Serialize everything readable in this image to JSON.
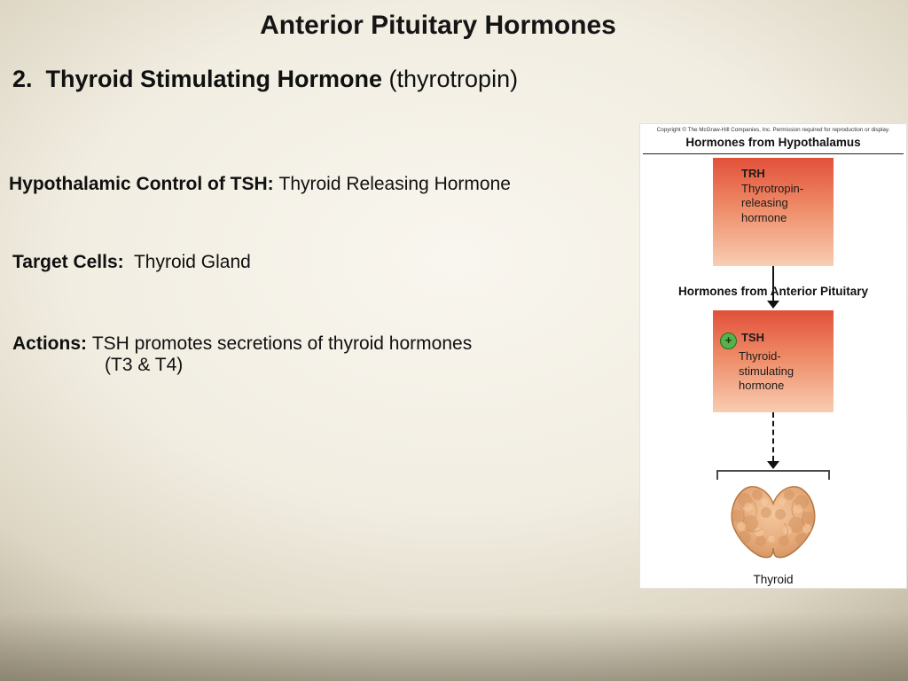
{
  "slide": {
    "title": "Anterior Pituitary Hormones",
    "heading": {
      "bold": "2.  Thyroid Stimulating Hormone ",
      "regular": "(thyrotropin)"
    },
    "hypothalamic": {
      "label": "Hypothalamic Control of TSH: ",
      "value": "Thyroid Releasing Hormone"
    },
    "target_cells": {
      "label": "Target Cells: ",
      "value": " Thyroid Gland"
    },
    "actions": {
      "label": "Actions: ",
      "value": "TSH promotes secretions of thyroid hormones",
      "value_line2": "(T3 & T4)"
    }
  },
  "figure": {
    "copyright": "Copyright © The McGraw-Hill Companies, Inc. Permission required for reproduction or display.",
    "hypothalamus_heading": "Hormones from Hypothalamus",
    "trh_box": {
      "abbr": "TRH",
      "name": "Thyrotropin-releasing hormone"
    },
    "pituitary_heading": "Hormones from Anterior Pituitary",
    "tsh_box": {
      "plus": "+",
      "abbr": "TSH",
      "name": "Thyroid-stimulating hormone"
    },
    "thyroid_label": "Thyroid",
    "colors": {
      "box_top": "#e2503a",
      "box_bottom": "#f8cdb2",
      "plus_green": "#56b04b"
    }
  }
}
